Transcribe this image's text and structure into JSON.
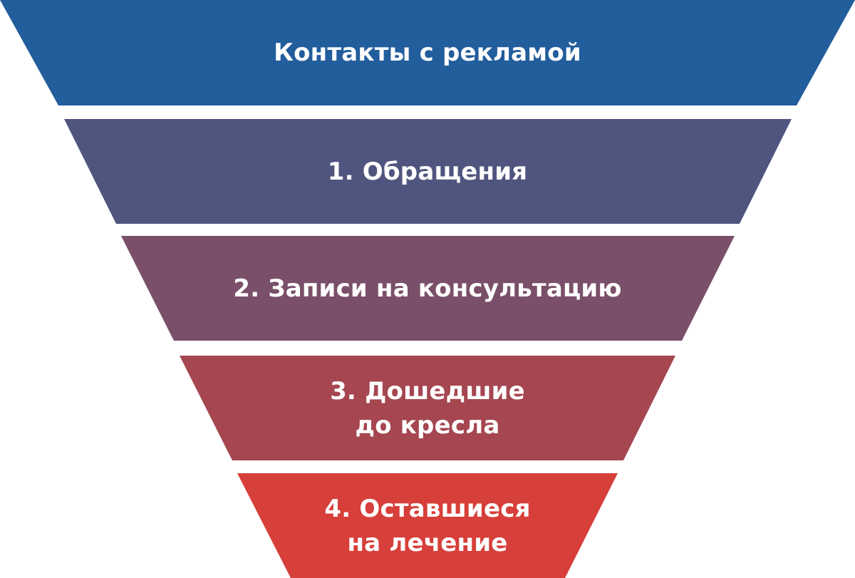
{
  "diagram": {
    "type": "funnel",
    "stages": [
      {
        "label_lines": [
          "Контакты с рекламой"
        ],
        "color": "#225d9c"
      },
      {
        "label_lines": [
          "1. Обращения"
        ],
        "color": "#50557f"
      },
      {
        "label_lines": [
          "2. Записи на консультацию"
        ],
        "color": "#7a4f69"
      },
      {
        "label_lines": [
          "3. Дошедшие",
          "до кресла"
        ],
        "color": "#a54650"
      },
      {
        "label_lines": [
          "4. Оставшиеся",
          "на лечение"
        ],
        "color": "#d73f3a"
      }
    ]
  }
}
